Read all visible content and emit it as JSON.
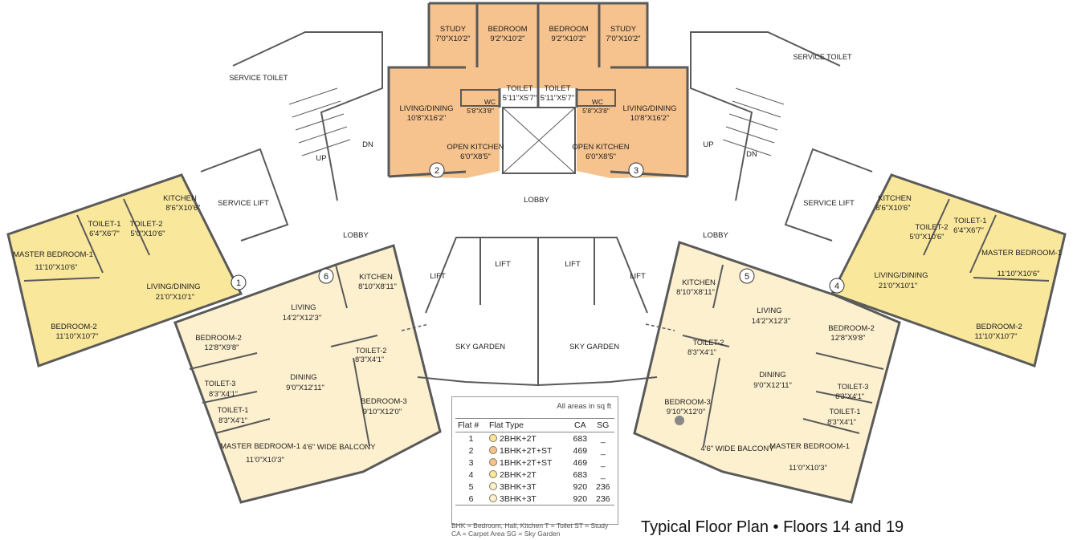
{
  "colors": {
    "flat_2bhk": "#f9e79b",
    "flat_1bhk": "#f6c28d",
    "flat_3bhk": "#fdf0cf",
    "wall": "#5a5a5a"
  },
  "rooms": {
    "study_l": {
      "name": "STUDY",
      "dim": "7'0\"X10'2\""
    },
    "bedroom_l": {
      "name": "BEDROOM",
      "dim": "9'2\"X10'2\""
    },
    "bedroom_r": {
      "name": "BEDROOM",
      "dim": "9'2\"X10'2\""
    },
    "study_r": {
      "name": "STUDY",
      "dim": "7'0\"X10'2\""
    },
    "toilet_l": {
      "name": "TOILET",
      "dim": "5'11\"X5'7\""
    },
    "toilet_r": {
      "name": "TOILET",
      "dim": "5'11\"X5'7\""
    },
    "wc_l": {
      "name": "WC",
      "dim": "5'8\"X3'8\""
    },
    "wc_r": {
      "name": "WC",
      "dim": "5'8\"X3'8\""
    },
    "living2": {
      "name": "LIVING/DINING",
      "dim": "10'8\"X16'2\""
    },
    "living3": {
      "name": "LIVING/DINING",
      "dim": "10'8\"X16'2\""
    },
    "kitchen2": {
      "name": "OPEN KITCHEN",
      "dim": "6'0\"X8'5\""
    },
    "kitchen3": {
      "name": "OPEN KITCHEN",
      "dim": "6'0\"X8'5\""
    },
    "service_toilet_l": {
      "name": "SERVICE TOILET"
    },
    "service_toilet_r": {
      "name": "SERVICE TOILET"
    },
    "f1_toilet1": {
      "name": "TOILET-1",
      "dim": "6'4\"X6'7\""
    },
    "f1_toilet2": {
      "name": "TOILET-2",
      "dim": "5'0\"X10'6\""
    },
    "f1_kitchen": {
      "name": "KITCHEN",
      "dim": "8'6\"X10'6\""
    },
    "f1_master": {
      "name": "MASTER BEDROOM-1",
      "dim": "11'10\"X10'6\""
    },
    "f1_living": {
      "name": "LIVING/DINING",
      "dim": "21'0\"X10'1\""
    },
    "f1_bed2": {
      "name": "BEDROOM-2",
      "dim": "11'10\"X10'7\""
    },
    "f4_kitchen": {
      "name": "KITCHEN",
      "dim": "8'6\"X10'6\""
    },
    "f4_toilet2": {
      "name": "TOILET-2",
      "dim": "5'0\"X10'6\""
    },
    "f4_toilet1": {
      "name": "TOILET-1",
      "dim": "6'4\"X6'7\""
    },
    "f4_master": {
      "name": "MASTER BEDROOM-1",
      "dim": "11'10\"X10'6\""
    },
    "f4_living": {
      "name": "LIVING/DINING",
      "dim": "21'0\"X10'1\""
    },
    "f4_bed2": {
      "name": "BEDROOM-2",
      "dim": "11'10\"X10'7\""
    },
    "f6_kitchen": {
      "name": "KITCHEN",
      "dim": "8'10\"X8'11\""
    },
    "f6_living": {
      "name": "LIVING",
      "dim": "14'2\"X12'3\""
    },
    "f6_bed2": {
      "name": "BEDROOM-2",
      "dim": "12'8\"X9'8\""
    },
    "f6_dining": {
      "name": "DINING",
      "dim": "9'0\"X12'11\""
    },
    "f6_toilet2": {
      "name": "TOILET-2",
      "dim": "8'3\"X4'1\""
    },
    "f6_toilet3": {
      "name": "TOILET-3",
      "dim": "8'3\"X4'1\""
    },
    "f6_toilet1": {
      "name": "TOILET-1",
      "dim": "8'3\"X4'1\""
    },
    "f6_bed3": {
      "name": "BEDROOM-3",
      "dim": "9'10\"X12'0\""
    },
    "f6_master": {
      "name": "MASTER BEDROOM-1",
      "dim": "11'0\"X10'3\""
    },
    "f6_balcony": {
      "name": "4'6\" WIDE BALCONY"
    },
    "f5_kitchen": {
      "name": "KITCHEN",
      "dim": "8'10\"X8'11\""
    },
    "f5_living": {
      "name": "LIVING",
      "dim": "14'2\"X12'3\""
    },
    "f5_bed2": {
      "name": "BEDROOM-2",
      "dim": "12'8\"X9'8\""
    },
    "f5_dining": {
      "name": "DINING",
      "dim": "9'0\"X12'11\""
    },
    "f5_toilet2": {
      "name": "TOILET-2",
      "dim": "8'3\"X4'1\""
    },
    "f5_toilet3": {
      "name": "TOILET-3",
      "dim": "8'3\"X4'1\""
    },
    "f5_toilet1": {
      "name": "TOILET-1",
      "dim": "8'3\"X4'1\""
    },
    "f5_bed3": {
      "name": "BEDROOM-3",
      "dim": "9'10\"X12'0\""
    },
    "f5_master": {
      "name": "MASTER BEDROOM-1",
      "dim": "11'0\"X10'3\""
    },
    "f5_balcony": {
      "name": "4'6\" WIDE BALCONY"
    }
  },
  "common": {
    "lobby": "LOBBY",
    "service_lift": "SERVICE LIFT",
    "lift": "LIFT",
    "sky_garden": "SKY GARDEN",
    "up": "UP",
    "dn": "DN"
  },
  "flat_markers": [
    "1",
    "2",
    "3",
    "4",
    "5",
    "6"
  ],
  "legend": {
    "note": "All areas in sq ft",
    "headers": {
      "flat_no": "Flat #",
      "flat_type": "Flat Type",
      "ca": "CA",
      "sg": "SG"
    },
    "rows": [
      {
        "num": "1",
        "type": "2BHK+2T",
        "ca": "683",
        "sg": "_",
        "color": "#f9e79b"
      },
      {
        "num": "2",
        "type": "1BHK+2T+ST",
        "ca": "469",
        "sg": "_",
        "color": "#f6c28d"
      },
      {
        "num": "3",
        "type": "1BHK+2T+ST",
        "ca": "469",
        "sg": "_",
        "color": "#f6c28d"
      },
      {
        "num": "4",
        "type": "2BHK+2T",
        "ca": "683",
        "sg": "_",
        "color": "#f9e79b"
      },
      {
        "num": "5",
        "type": "3BHK+3T",
        "ca": "920",
        "sg": "236",
        "color": "#fdf0cf"
      },
      {
        "num": "6",
        "type": "3BHK+3T",
        "ca": "920",
        "sg": "236",
        "color": "#fdf0cf"
      }
    ],
    "abbr_line1": "BHK = Bedroom, Hall, Kitchen    T = Toilet    ST = Study",
    "abbr_line2": "CA = Carpet Area    SG = Sky Garden"
  },
  "title": "Typical Floor Plan • Floors 14 and 19"
}
